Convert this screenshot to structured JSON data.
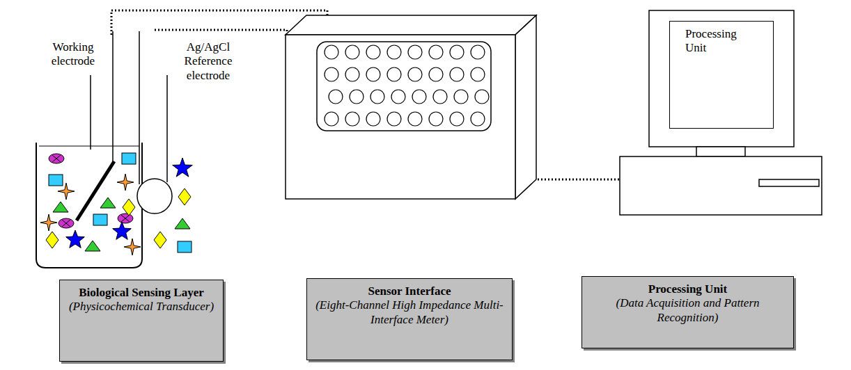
{
  "diagram": {
    "nodes": [
      {
        "text": [
          "Processing Unit"
        ]
      },
      {
        "text": [
          "Biological Sensing Layer",
          "(Physicochemical Transducer)"
        ]
      },
      {
        "text": [
          "Sensor Interface",
          "(Eight-Channel High Impedance Multi-Interface Meter)"
        ]
      },
      {
        "text": [
          "Processing Unit",
          "(Data Acquisition and Pattern Recognition)"
        ]
      }
    ],
    "labels": [
      "Working electrode",
      "Ag/AgCl Reference electrode"
    ]
  }
}
